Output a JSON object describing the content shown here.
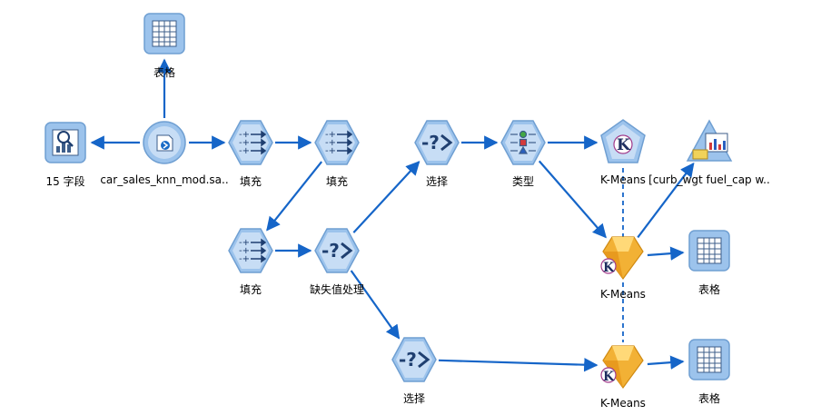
{
  "stream": {
    "colors": {
      "arrow": "#1565c8",
      "node_blue": "#9cc3ec",
      "node_border": "#6f9fd2",
      "model_gold": "#f2b135"
    },
    "nodes": [
      {
        "id": "table_top",
        "label": "表格",
        "icon": "table-icon"
      },
      {
        "id": "fields15",
        "label": "15 字段",
        "icon": "data-audit-icon"
      },
      {
        "id": "source",
        "label": "car_sales_knn_mod.sa..",
        "icon": "sav-source-icon"
      },
      {
        "id": "fill1",
        "label": "填充",
        "icon": "filler-icon"
      },
      {
        "id": "fill2",
        "label": "填充",
        "icon": "filler-icon"
      },
      {
        "id": "fill3",
        "label": "填充",
        "icon": "filler-icon"
      },
      {
        "id": "missing",
        "label": "缺失值处理",
        "icon": "select-icon"
      },
      {
        "id": "select1",
        "label": "选择",
        "icon": "select-icon"
      },
      {
        "id": "type",
        "label": "类型",
        "icon": "type-icon"
      },
      {
        "id": "kmeans_build",
        "label": "K-Means",
        "icon": "kmeans-build-icon"
      },
      {
        "id": "graph",
        "label": "[curb_wgt fuel_cap w..",
        "icon": "graph-icon"
      },
      {
        "id": "kmeans_nugget1",
        "label": "K-Means",
        "icon": "kmeans-model-icon"
      },
      {
        "id": "table_mid",
        "label": "表格",
        "icon": "table-icon"
      },
      {
        "id": "select2",
        "label": "选择",
        "icon": "select-icon"
      },
      {
        "id": "kmeans_nugget2",
        "label": "K-Means",
        "icon": "kmeans-model-icon"
      },
      {
        "id": "table_bot",
        "label": "表格",
        "icon": "table-icon"
      }
    ]
  }
}
